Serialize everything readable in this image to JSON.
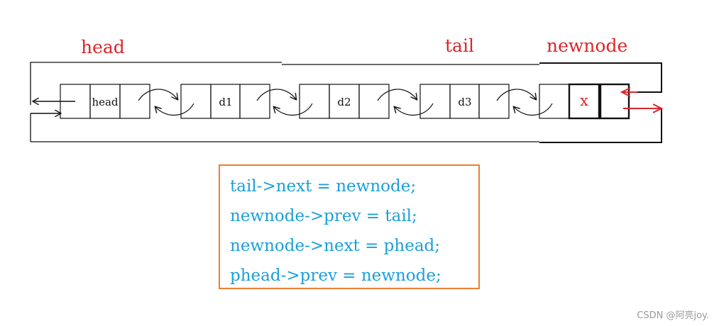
{
  "labels": {
    "head": "head",
    "tail": "tail",
    "newnode": "newnode"
  },
  "nodes": [
    {
      "data": "head"
    },
    {
      "data": "d1"
    },
    {
      "data": "d2"
    },
    {
      "data": "d3"
    },
    {
      "data": "x"
    }
  ],
  "code_lines": [
    "tail->next = newnode;",
    "newnode->prev = tail;",
    "newnode->next = phead;",
    "phead->prev = newnode;"
  ],
  "watermark": "CSDN @阿亮joy.",
  "colors": {
    "node_label": "#d9262b",
    "code_text": "#1ba0d8",
    "code_border": "#ef7d2e",
    "new_arrow": "#d9262b"
  }
}
